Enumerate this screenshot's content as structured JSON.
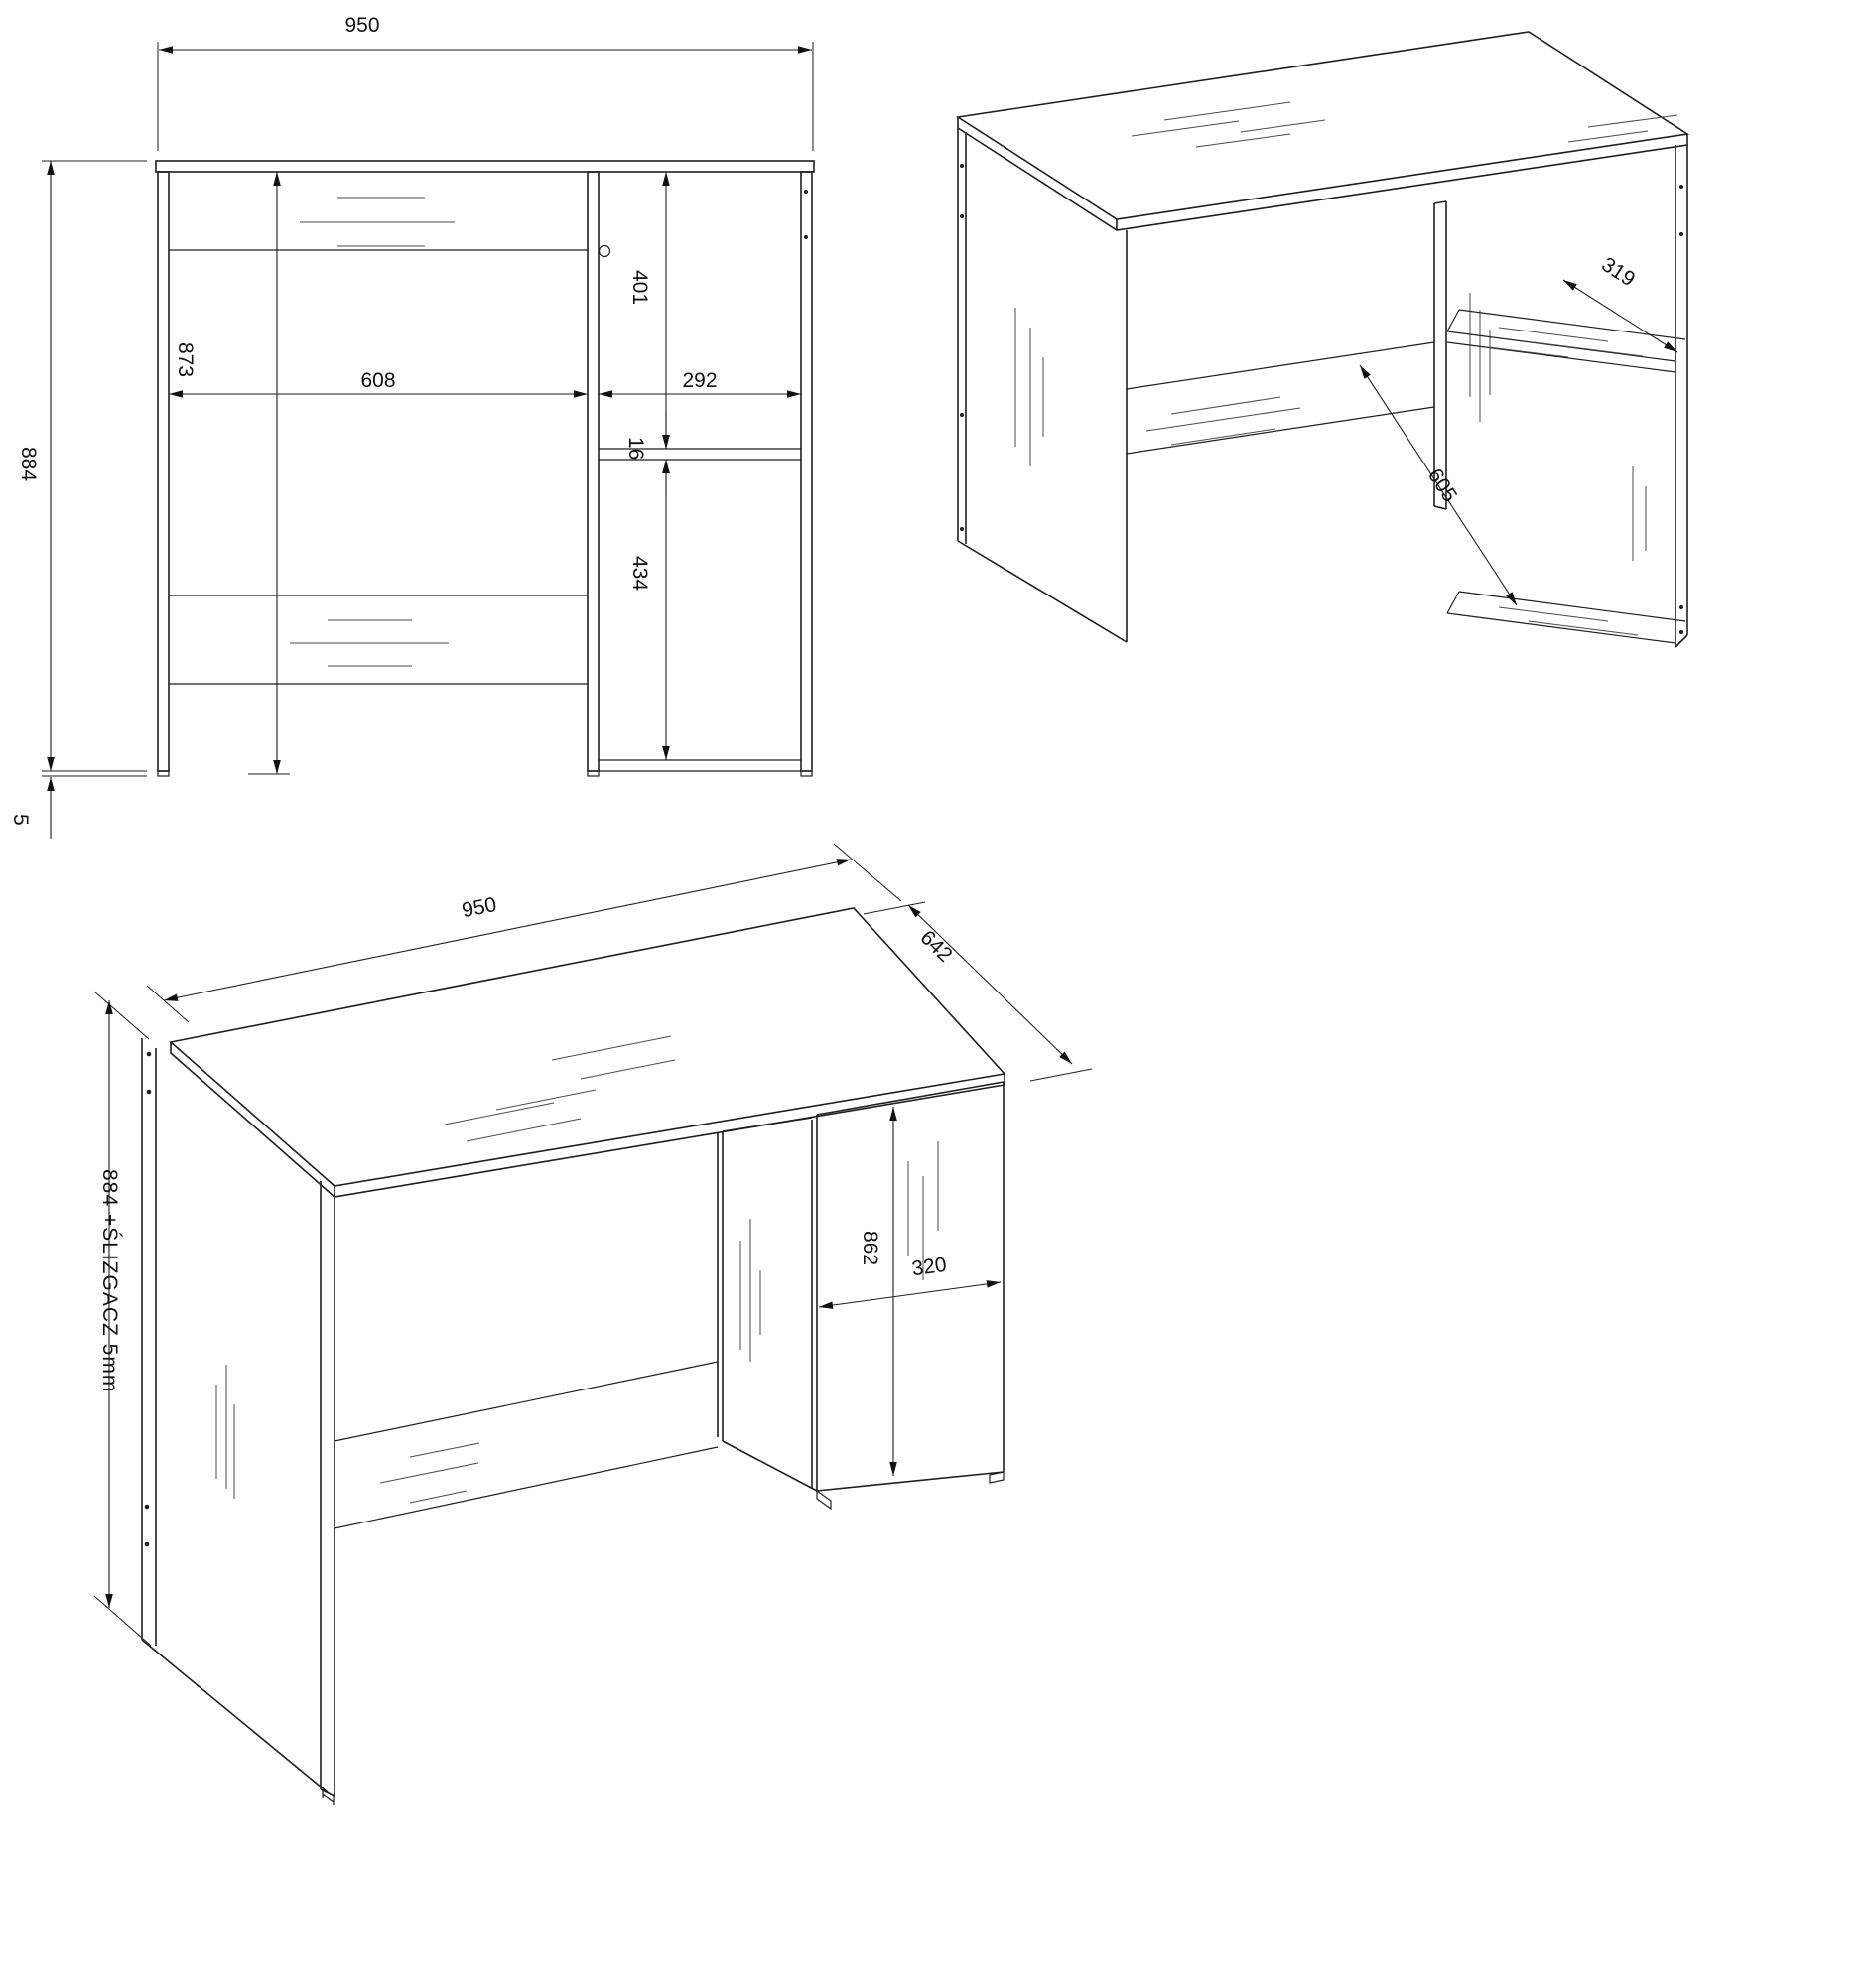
{
  "front": {
    "width": "950",
    "height": "884",
    "inner_width": "608",
    "right_width": "292",
    "inner_height": "873",
    "upper_right_height": "401",
    "shelf_thickness": "16",
    "lower_right_height": "434",
    "slider_height": "5"
  },
  "iso_back": {
    "shelf_depth": "319",
    "inner_depth": "605"
  },
  "iso_front": {
    "width": "950",
    "depth": "642",
    "height_with_slider": "884 +ŚLIZGACZ 5mm",
    "pedestal_height": "862",
    "pedestal_depth": "320"
  }
}
